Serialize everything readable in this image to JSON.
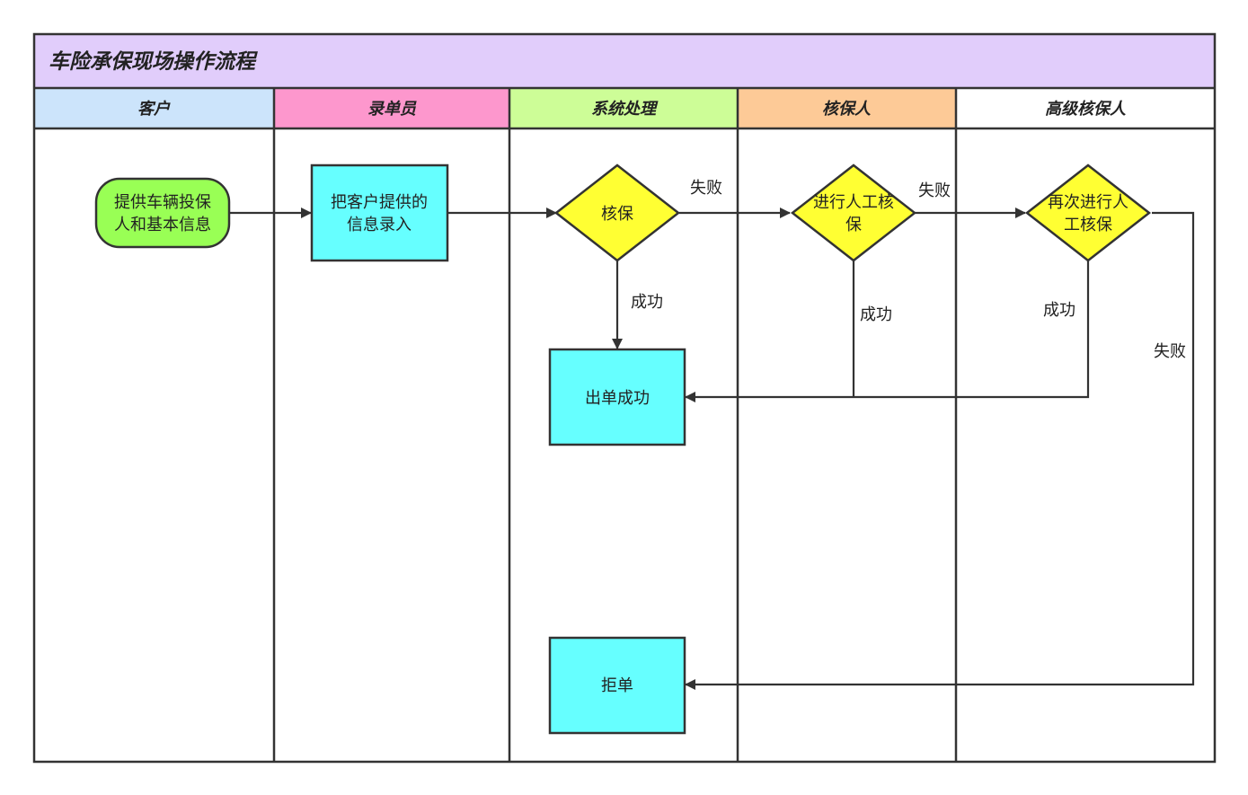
{
  "title": "车险承保现场操作流程",
  "colors": {
    "title_bg": "#e1cdfb",
    "lane_customer": "#cce4fb",
    "lane_clerk": "#fd97cd",
    "lane_system": "#cdfd97",
    "lane_underwriter": "#fdca97",
    "lane_senior": "#ffffff",
    "node_start": "#99ff55",
    "node_process": "#66ffff",
    "node_decision": "#ffff33"
  },
  "lanes": {
    "customer": "客户",
    "clerk": "录单员",
    "system": "系统处理",
    "underwriter": "核保人",
    "senior": "高级核保人"
  },
  "nodes": {
    "start": [
      "提供车辆投保",
      "人和基本信息"
    ],
    "entry": [
      "把客户提供的",
      "信息录入"
    ],
    "sys_check": [
      "核保"
    ],
    "manual_check": [
      "进行人工核",
      "保"
    ],
    "second_check": [
      "再次进行人",
      "工核保"
    ],
    "issue": [
      "出单成功"
    ],
    "reject": [
      "拒单"
    ]
  },
  "edges": {
    "sys_fail": "失败",
    "sys_success": "成功",
    "manual_fail": "失败",
    "manual_success": "成功",
    "second_success": "成功",
    "second_fail": "失败"
  }
}
